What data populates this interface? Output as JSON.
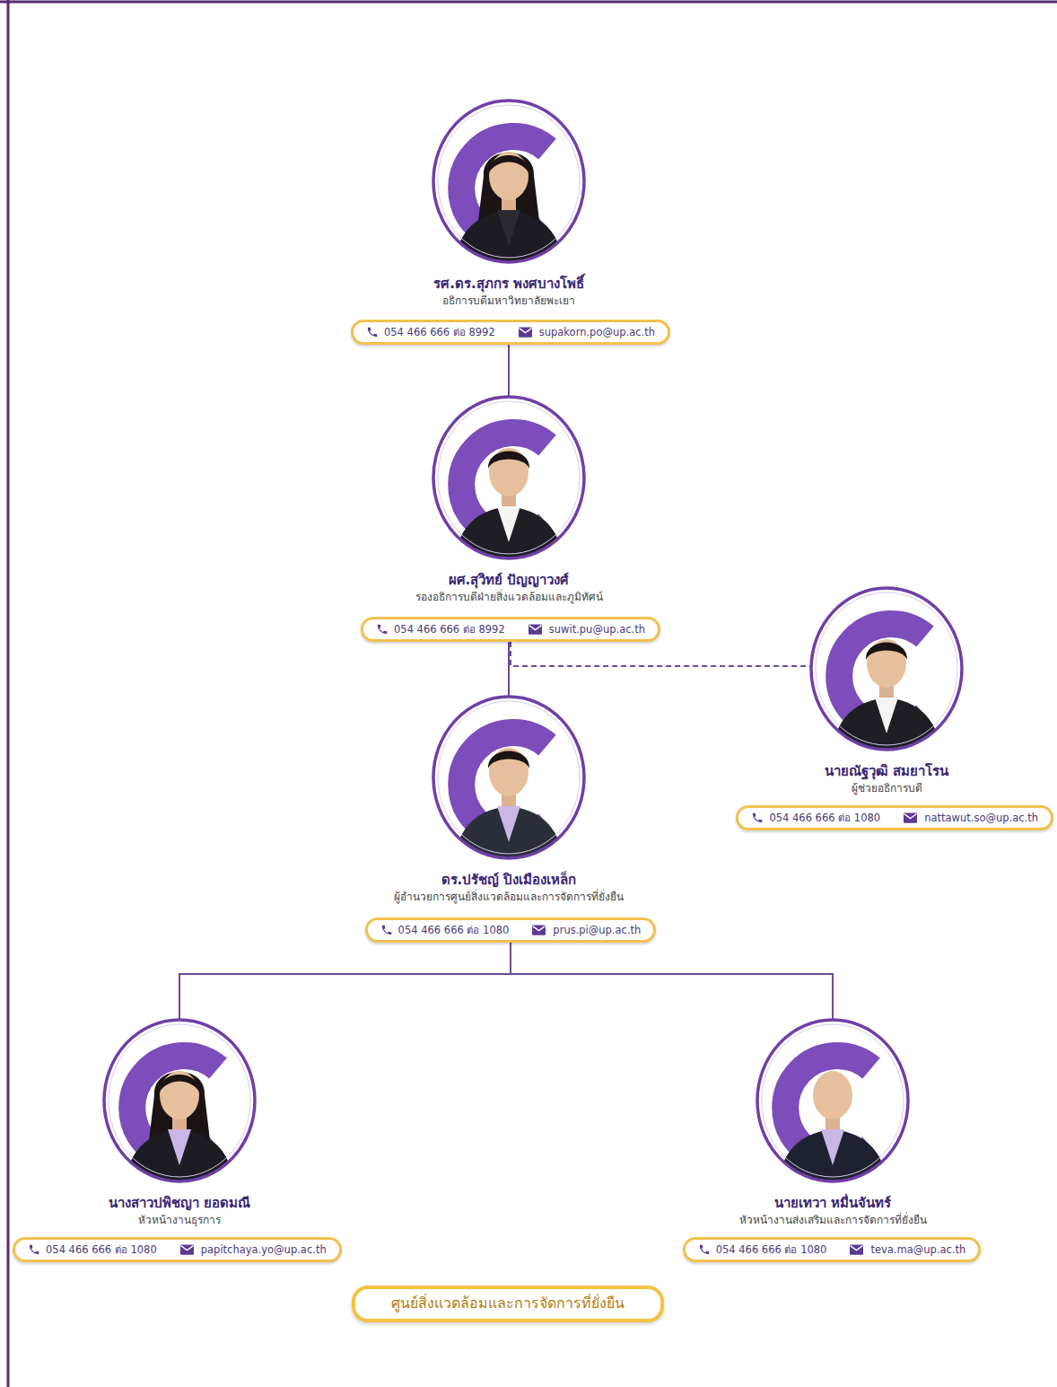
{
  "diagram": {
    "nodes": [
      {
        "text": [
          "รศ.ดร.สุภกร พงศบางโพธิ์",
          "อธิการบดีมหาวิทยาลัยพะเยา"
        ]
      },
      {
        "text": [
          "054 466 666 ต่อ 8992",
          "supakorn.po@up.ac.th"
        ]
      },
      {
        "text": [
          "ผศ.สุวิทย์ ปัญญาวงศ์",
          "รองอธิการบดีฝ่ายสิ่งแวดล้อมและภูมิทัศน์"
        ]
      },
      {
        "text": [
          "054 466 666 ต่อ 8992",
          "suwit.pu@up.ac.th"
        ]
      },
      {
        "text": [
          "นายณัฐวุฒิ สมยาโรน",
          "ผู้ช่วยอธิการบดี"
        ]
      },
      {
        "text": [
          "054 466 666 ต่อ 1080",
          "nattawut.so@up.ac.th"
        ]
      },
      {
        "text": [
          "ดร.ปรัชญ์ ปิงเมืองเหล็ก",
          "ผู้อำนวยการศูนย์สิ่งแวดล้อมและการจัดการที่ยั่งยืน"
        ]
      },
      {
        "text": [
          "054 466 666 ต่อ 1080",
          "prus.pi@up.ac.th"
        ]
      },
      {
        "text": [
          "นางสาวปพิชญา ยอดมณี",
          "หัวหน้างานธุรการ"
        ]
      },
      {
        "text": [
          "054 466 666 ต่อ 1080",
          "papitchaya.yo@up.ac.th"
        ]
      },
      {
        "text": [
          "นายเทวา หมื่นจันทร์",
          "หัวหน้างานส่งเสริมและการจัดการที่ยั่งยืน"
        ]
      },
      {
        "text": [
          "054 466 666 ต่อ 1080",
          "teva.ma@up.ac.th"
        ]
      },
      {
        "text": [
          "ศูนย์สิ่งแวดล้อมและการจัดการที่ยั่งยืน"
        ]
      }
    ],
    "edges": [
      {
        "from": 1,
        "to": 2,
        "arrow": "none"
      },
      {
        "from": 3,
        "to": 4,
        "arrow": "none"
      },
      {
        "from": 3,
        "to": 6,
        "arrow": "none"
      },
      {
        "from": 7,
        "to": 8,
        "arrow": "none"
      },
      {
        "from": 7,
        "to": 10,
        "arrow": "none"
      }
    ]
  }
}
